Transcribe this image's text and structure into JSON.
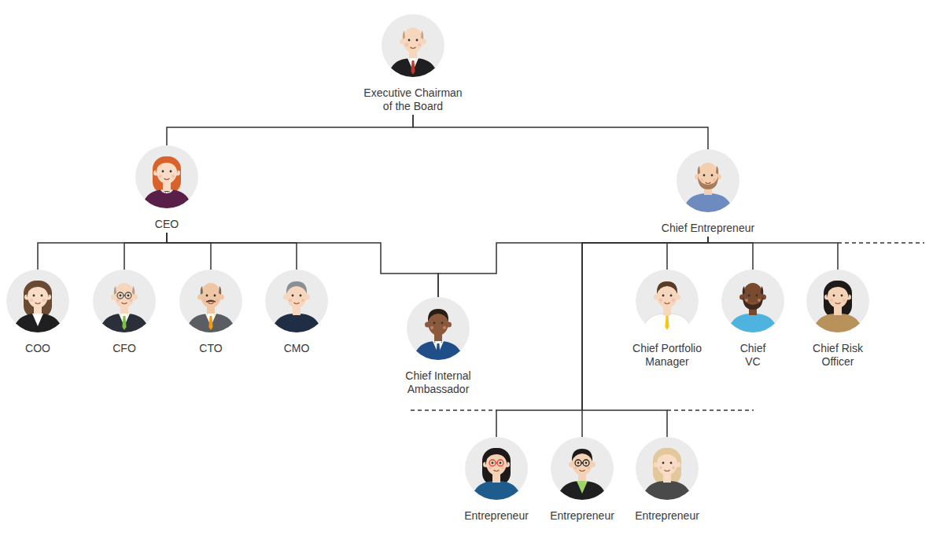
{
  "diagram": {
    "nodes": [
      {
        "text": [
          "Executive Chairman of the Board"
        ]
      },
      {
        "text": [
          "CEO"
        ]
      },
      {
        "text": [
          "Chief Entrepreneur"
        ]
      },
      {
        "text": [
          "COO"
        ]
      },
      {
        "text": [
          "CFO"
        ]
      },
      {
        "text": [
          "CTO"
        ]
      },
      {
        "text": [
          "CMO"
        ]
      },
      {
        "text": [
          "Chief Internal Ambassador"
        ]
      },
      {
        "text": [
          "Chief Portfolio Manager"
        ]
      },
      {
        "text": [
          "Chief VC"
        ]
      },
      {
        "text": [
          "Chief Risk Officer"
        ]
      },
      {
        "text": [
          "Entrepreneur"
        ]
      },
      {
        "text": [
          "Entrepreneur"
        ]
      },
      {
        "text": [
          "Entrepreneur"
        ]
      }
    ],
    "edges": [
      {
        "from": 0,
        "to": 1,
        "arrow": "none"
      },
      {
        "from": 0,
        "to": 2,
        "arrow": "none"
      },
      {
        "from": 1,
        "to": 3,
        "arrow": "none"
      },
      {
        "from": 1,
        "to": 4,
        "arrow": "none"
      },
      {
        "from": 1,
        "to": 5,
        "arrow": "none"
      },
      {
        "from": 1,
        "to": 6,
        "arrow": "none"
      },
      {
        "from": 1,
        "to": 7,
        "arrow": "none"
      },
      {
        "from": 2,
        "to": 7,
        "arrow": "none"
      },
      {
        "from": 2,
        "to": 8,
        "arrow": "none"
      },
      {
        "from": 2,
        "to": 9,
        "arrow": "none"
      },
      {
        "from": 2,
        "to": 10,
        "arrow": "none"
      },
      {
        "from": 2,
        "to": 11,
        "arrow": "none"
      },
      {
        "from": 2,
        "to": 12,
        "arrow": "none"
      },
      {
        "from": 2,
        "to": 13,
        "arrow": "none"
      }
    ]
  }
}
